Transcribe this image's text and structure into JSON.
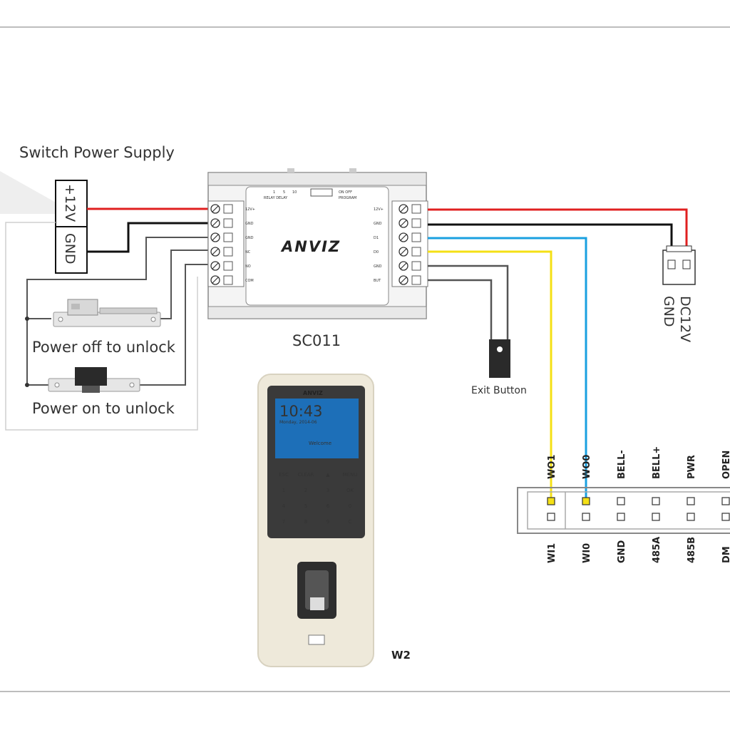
{
  "psu": {
    "title": "Switch Power Supply",
    "pos_label": "+12V",
    "gnd_label": "GND"
  },
  "locks": {
    "off_label": "Power off to unlock",
    "on_label": "Power on to unlock"
  },
  "controller": {
    "name": "SC011",
    "logo": "ANVIZ",
    "left_terminals": [
      "12V+",
      "GND",
      "GND",
      "NC",
      "NO",
      "COM"
    ],
    "right_terminals": [
      "12V+",
      "GND",
      "D1",
      "D0",
      "GND",
      "BUT"
    ],
    "dip_labels": [
      "1",
      "5",
      "10"
    ],
    "relay_delay": "RELAY DELAY",
    "prog_text": "ON  OFF",
    "program": "PROGRAM"
  },
  "dc": {
    "line1": "DC12V",
    "line2": "GND"
  },
  "exit_button": {
    "label": "Exit Button"
  },
  "device": {
    "name": "W2",
    "brand": "ANVIZ",
    "time": "10:43",
    "date": "Monday, 2014-06",
    "screen_text": "Welcome",
    "keys": [
      "ESC",
      "CLEAR",
      "▲",
      "MENU",
      "1",
      "2",
      "3",
      "OK",
      "4",
      "5",
      "6",
      "0",
      "7",
      "8",
      "9",
      "C"
    ]
  },
  "connector": {
    "top_pins": [
      "WO1",
      "WO0",
      "BELL-",
      "BELL+",
      "PWR",
      "OPEN"
    ],
    "bottom_pins": [
      "WI1",
      "WI0",
      "GND",
      "485A",
      "485B",
      "DM"
    ]
  },
  "colors": {
    "red": "#e02020",
    "black": "#111111",
    "blue": "#1aa0e0",
    "yellow": "#f4e015",
    "grey": "#555555"
  }
}
